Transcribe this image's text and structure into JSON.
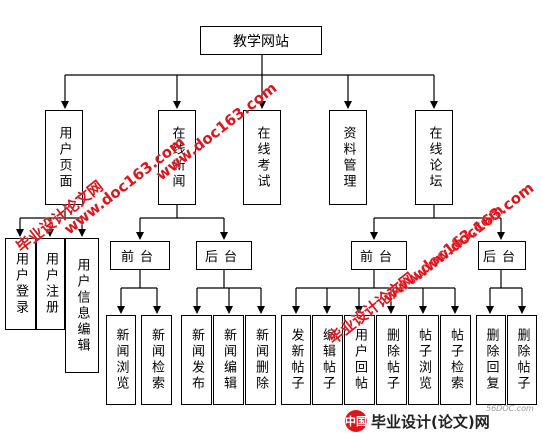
{
  "root": "教学网站",
  "level1": [
    "用户页面",
    "在线新闻",
    "在线考试",
    "资料管理",
    "在线论坛"
  ],
  "user_page_children": [
    "用户登录",
    "用户注册",
    "用户信息编辑"
  ],
  "news": {
    "front": "前台",
    "back": "后台",
    "front_children": [
      "新闻浏览",
      "新闻检索"
    ],
    "back_children": [
      "新闻发布",
      "新闻编辑",
      "新闻删除"
    ]
  },
  "forum": {
    "front": "前台",
    "back": "后台",
    "front_children": [
      "发新帖子",
      "编辑帖子",
      "用户回帖",
      "删除帖子",
      "帖子浏览",
      "帖子检索"
    ],
    "back_children": [
      "删除回复",
      "删除帖子"
    ]
  },
  "watermarks": [
    "毕业设计论文网",
    "www.doc163.com",
    "毕业设计论文网",
    "www.doc163.com",
    "毕业设计论文网",
    "www.doc163.com"
  ],
  "footer": {
    "logo_mark": "中国",
    "text": "毕业设计(论文)网",
    "site": "56DOC.com"
  }
}
